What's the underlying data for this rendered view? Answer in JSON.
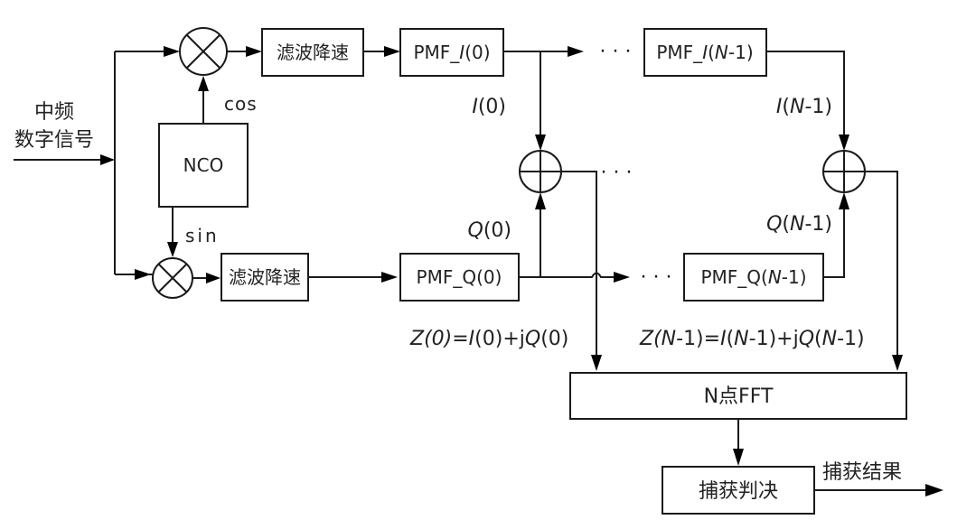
{
  "diagram": {
    "type": "block-diagram",
    "input": {
      "label_line1": "中频",
      "label_line2": "数字信号"
    },
    "nco": {
      "label": "NCO",
      "cos_label": "cos",
      "sin_label": "sin"
    },
    "mixers": [
      {
        "id": "mixer-i",
        "symbol": "multiply"
      },
      {
        "id": "mixer-q",
        "symbol": "multiply"
      }
    ],
    "filters": {
      "i_label": "滤波降速",
      "q_label": "滤波降速"
    },
    "pmf": {
      "i0": {
        "prefix": "PMF_",
        "var": "I",
        "suffix": "(0)"
      },
      "q0": {
        "prefix": "PMF_Q",
        "suffix": "(0)"
      },
      "iN": {
        "prefix": "PMF_",
        "var": "I",
        "open": "(",
        "n": "N",
        "suffix": "-1)"
      },
      "qN": {
        "prefix": "PMF_Q",
        "open": "(",
        "n": "N",
        "suffix": "-1)"
      }
    },
    "signals": {
      "i0": {
        "var": "I",
        "rest": "(0)"
      },
      "q0": {
        "var": "Q",
        "rest": "(0)"
      },
      "iN": {
        "var": "I",
        "open": "(",
        "n": "N",
        "rest": "-1)"
      },
      "qN": {
        "var": "Q",
        "open": "(",
        "n": "N",
        "rest": "-1)"
      }
    },
    "adders": [
      {
        "id": "adder-0",
        "symbol": "plus"
      },
      {
        "id": "adder-n-1",
        "symbol": "plus"
      }
    ],
    "z_labels": {
      "z0": {
        "a": "Z(0)=",
        "b": "I",
        "c": "(0)+j",
        "d": "Q",
        "e": "(0)"
      },
      "zN": {
        "a": "Z(",
        "b": "N",
        "c": "-1)=",
        "d": "I",
        "e": "(",
        "f": "N",
        "g": "-1)+j",
        "h": "Q",
        "i": "(",
        "j": "N",
        "k": "-1)"
      }
    },
    "ellipsis": "···",
    "fft": {
      "label": "N点FFT"
    },
    "decision": {
      "label": "捕获判决"
    },
    "output": {
      "label": "捕获结果"
    }
  }
}
